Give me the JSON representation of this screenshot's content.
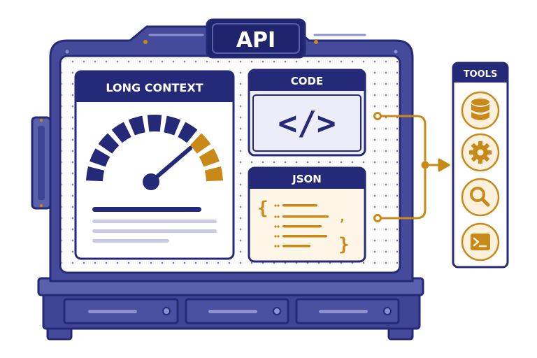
{
  "title": "API",
  "panels": {
    "long_context": {
      "title": "LONG CONTEXT"
    },
    "code": {
      "title": "CODE",
      "glyph": "</>"
    },
    "json": {
      "title": "JSON",
      "open_brace": "{",
      "close_brace": "}",
      "comma": ","
    }
  },
  "tools": {
    "title": "TOOLS",
    "items": [
      {
        "icon": "database-icon"
      },
      {
        "icon": "gear-icon"
      },
      {
        "icon": "search-icon"
      },
      {
        "icon": "terminal-icon"
      }
    ]
  },
  "gauge": {
    "total_segments": 11,
    "highlighted_segments": 3
  },
  "colors": {
    "navy": "#252a78",
    "frame_fill": "#454b9a",
    "accent_orange": "#c98918",
    "code_panel_bg": "#ecedf9",
    "json_panel_bg": "#fdf5e5",
    "tool_circle_bg": "#fdf1dd"
  }
}
